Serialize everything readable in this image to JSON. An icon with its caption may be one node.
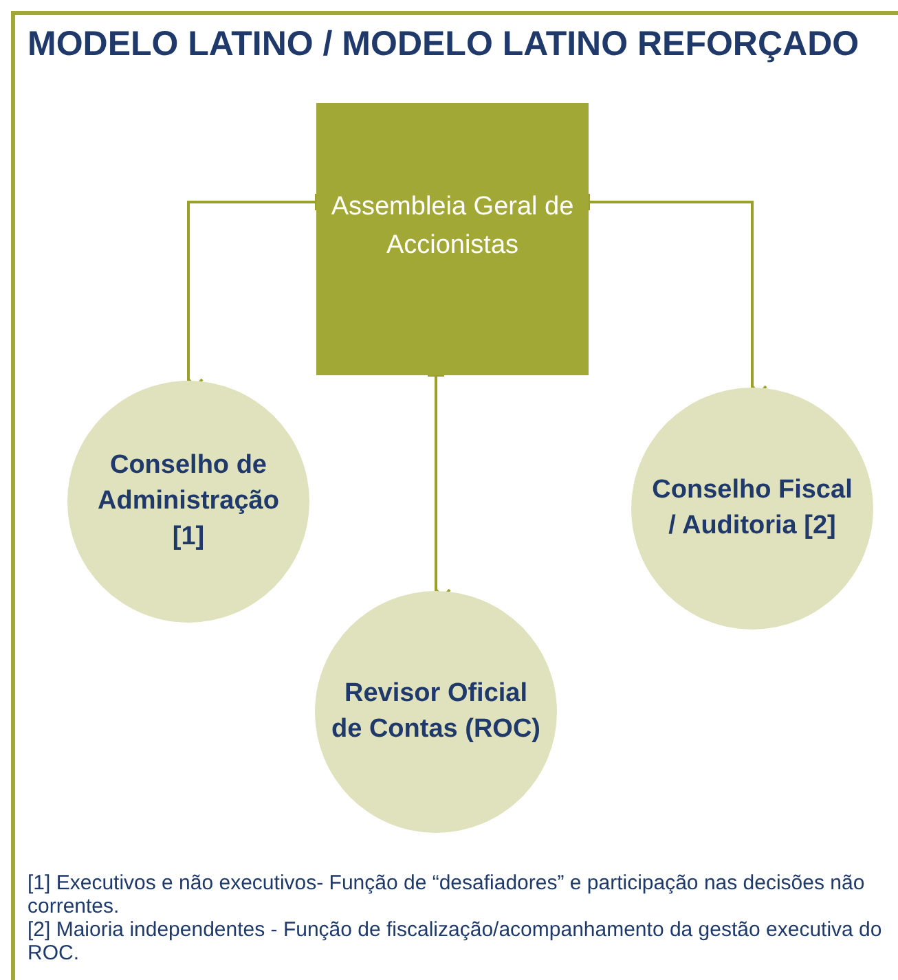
{
  "diagram": {
    "title": "MODELO LATINO / MODELO LATINO REFORÇADO",
    "nodes": [
      {
        "text": [
          "Assembleia Geral de Accionistas"
        ]
      },
      {
        "text": [
          "Conselho de Administração [1]"
        ]
      },
      {
        "text": [
          "Conselho Fiscal / Auditoria [2]"
        ]
      },
      {
        "text": [
          "Revisor Oficial de Contas (ROC)"
        ]
      }
    ],
    "edges": [
      {
        "from": 0,
        "to": 1,
        "arrow": "to"
      },
      {
        "from": 0,
        "to": 2,
        "arrow": "to"
      },
      {
        "from": 0,
        "to": 3,
        "arrow": "to"
      }
    ],
    "labels": [
      "[1] Executivos e não executivos- Função de “desafiadores” e participação nas decisões não correntes.",
      "[2] Maioria independentes - Função de fiscalização/acompanhamento da gestão executiva do ROC."
    ]
  }
}
